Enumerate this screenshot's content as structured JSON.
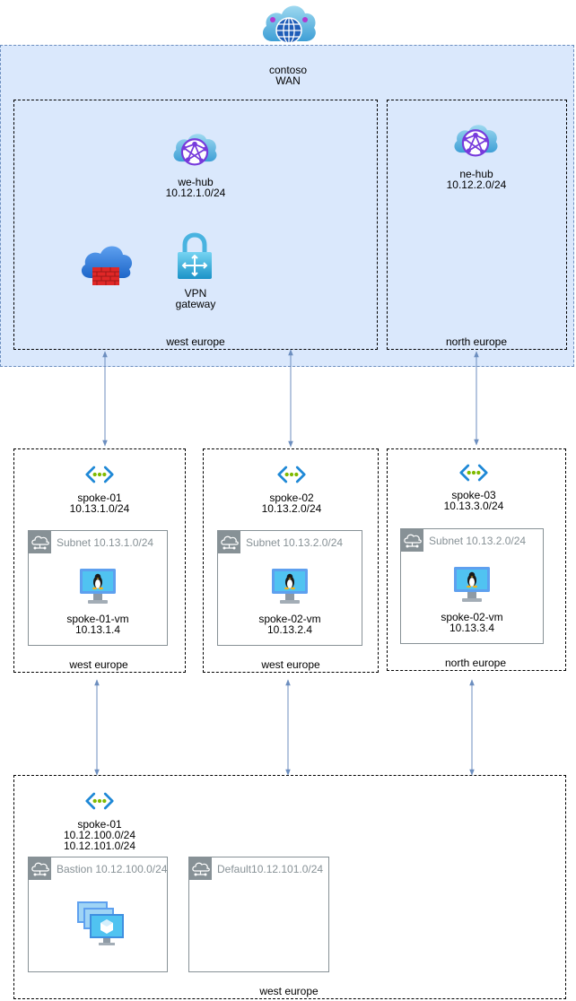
{
  "wan": {
    "line1": "contoso",
    "line2": "WAN"
  },
  "we_hub": {
    "name": "we-hub",
    "cidr": "10.12.1.0/24",
    "region": "west europe"
  },
  "vpn": {
    "line1": "VPN",
    "line2": "gateway"
  },
  "ne_hub": {
    "name": "ne-hub",
    "cidr": "10.12.2.0/24",
    "region": "north europe"
  },
  "spoke1": {
    "name": "spoke-01",
    "cidr": "10.13.1.0/24",
    "subnet": "Subnet 10.13.1.0/24",
    "vm": "spoke-01-vm",
    "vm_ip": "10.13.1.4",
    "region": "west europe"
  },
  "spoke2": {
    "name": "spoke-02",
    "cidr": "10.13.2.0/24",
    "subnet": "Subnet 10.13.2.0/24",
    "vm": "spoke-02-vm",
    "vm_ip": "10.13.2.4",
    "region": "west europe"
  },
  "spoke3": {
    "name": "spoke-03",
    "cidr": "10.13.3.0/24",
    "subnet": "Subnet 10.13.2.0/24",
    "vm": "spoke-02-vm",
    "vm_ip": "10.13.3.4",
    "region": "north europe"
  },
  "shared": {
    "name": "spoke-01",
    "cidr1": "10.12.100.0/24",
    "cidr2": "10.12.101.0/24",
    "bastion_subnet": "Bastion 10.12.100.0/24",
    "default_subnet": "Default10.12.101.0/24",
    "region": "west europe"
  },
  "colors": {
    "wan_fill": "#dae8fc",
    "wan_border": "#6c8ebf",
    "edge": "#6c8ebf",
    "cloud": "#59b4d9",
    "subnet_grey": "#879196",
    "firewall": "#e02727",
    "vnet_green": "#7fba00"
  },
  "icons": [
    "wan-icon",
    "hub-icon",
    "firewall-icon",
    "vpn-gateway-icon",
    "vnet-icon",
    "subnet-icon",
    "linux-vm-icon",
    "bastion-vmss-icon"
  ]
}
